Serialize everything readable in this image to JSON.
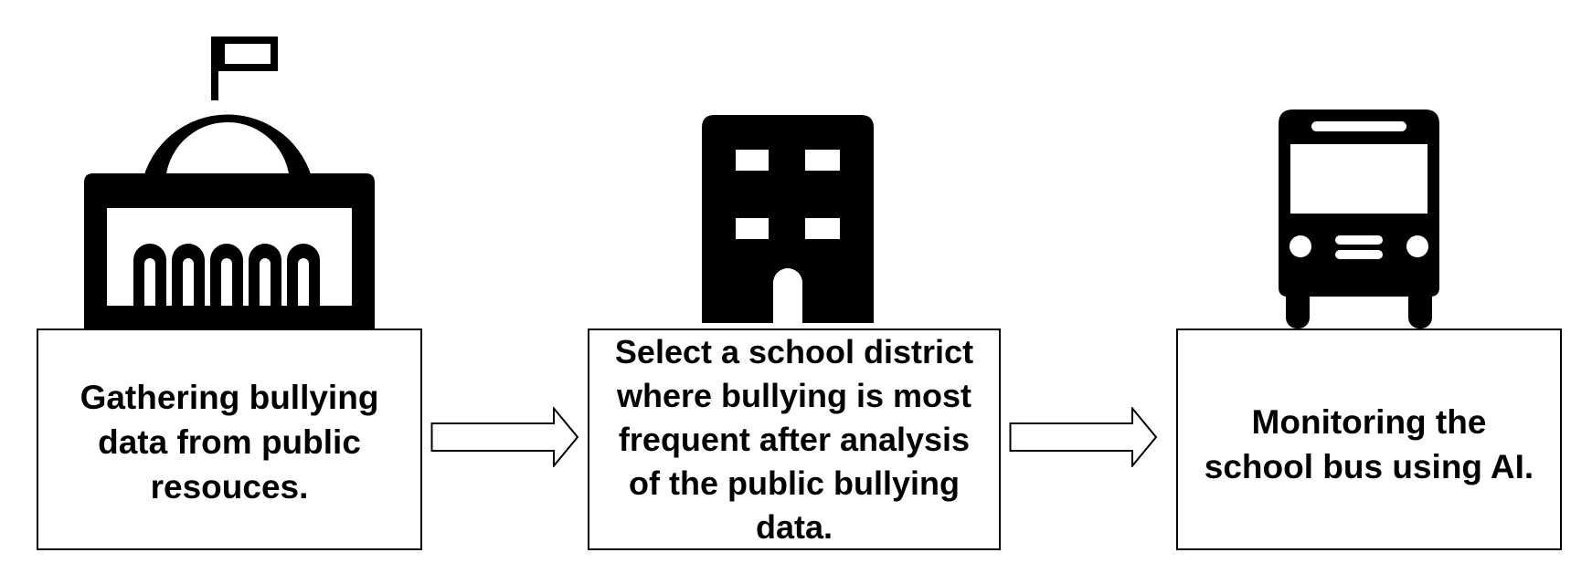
{
  "icons": {
    "step_1": "capitol-building-icon",
    "step_2": "office-building-icon",
    "step_3": "school-bus-icon"
  },
  "colors": {
    "ink": "#000000",
    "background": "#ffffff"
  },
  "steps": [
    {
      "text": "Gathering bullying\ndata from public\nresouces."
    },
    {
      "text": "Select a school district\nwhere bullying is most\nfrequent after analysis\nof the public bullying\ndata."
    },
    {
      "text": "Monitoring the\nschool bus using AI."
    }
  ]
}
